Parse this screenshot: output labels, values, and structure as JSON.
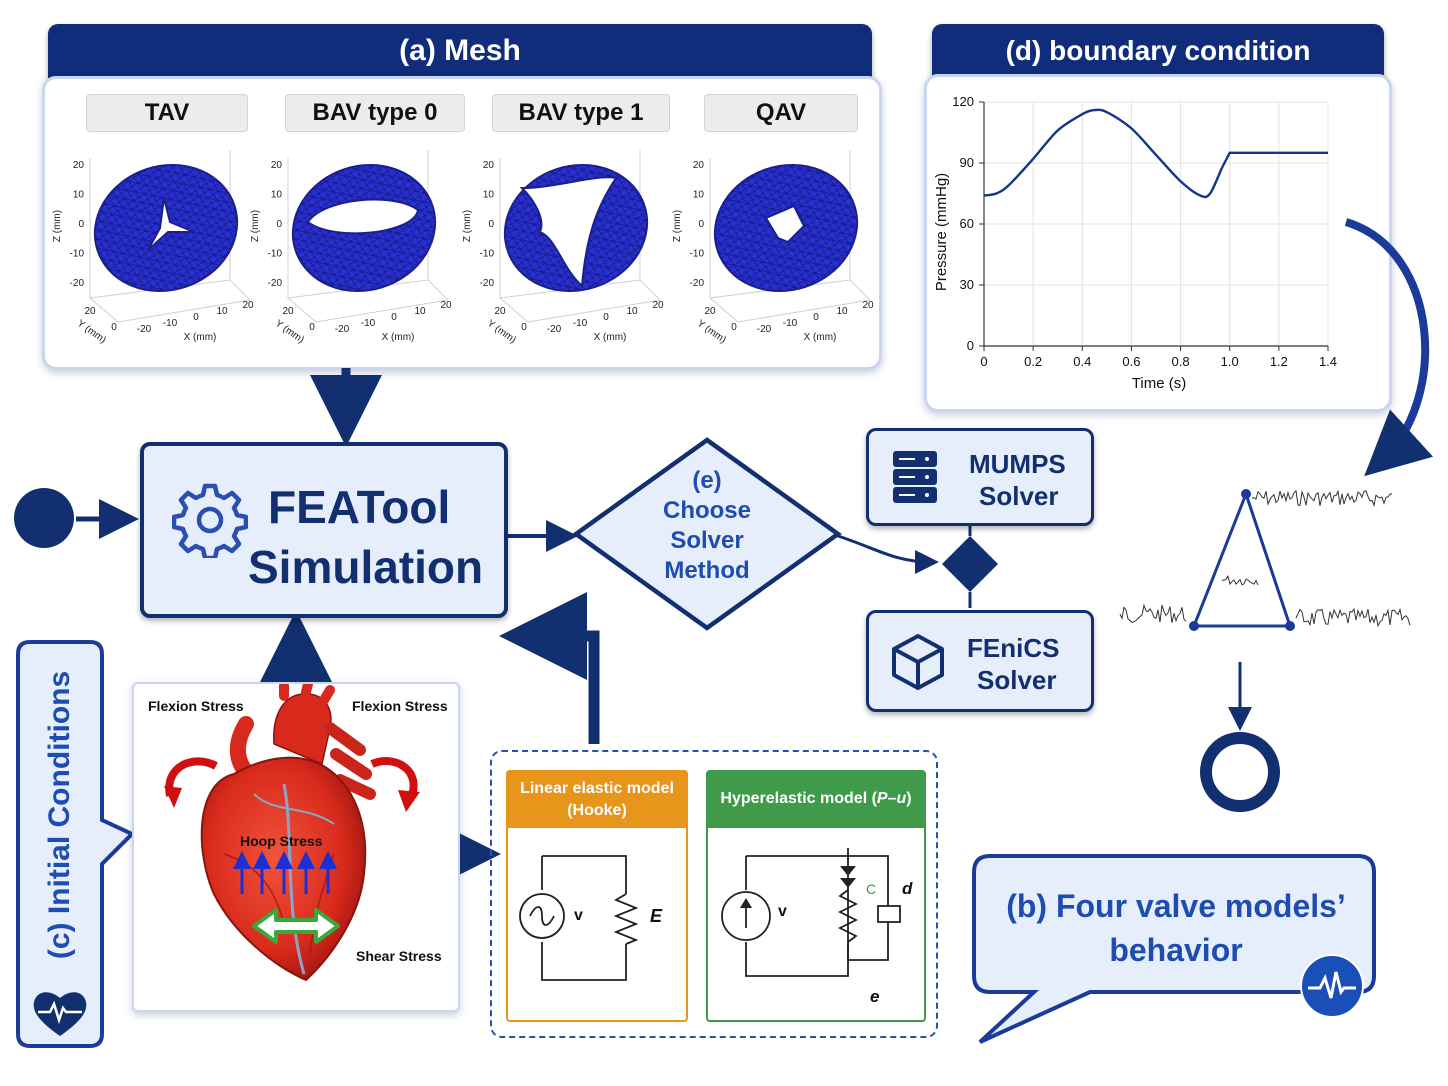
{
  "mesh": {
    "title": "(a) Mesh",
    "models": [
      {
        "label": "TAV",
        "shape": "trileaflet"
      },
      {
        "label": "BAV type 0",
        "shape": "slit"
      },
      {
        "label": "BAV type 1",
        "shape": "funnel"
      },
      {
        "label": "QAV",
        "shape": "quad"
      }
    ],
    "axis": {
      "z_label": "Z (mm)",
      "y_label": "Y (mm)",
      "x_label": "X (mm)",
      "z_ticks": [
        "20",
        "10",
        "0",
        "-10",
        "-20"
      ],
      "y_ticks": [
        "20",
        "0"
      ],
      "x_ticks": [
        "-20",
        "-10",
        "0",
        "10",
        "20"
      ]
    },
    "mesh_color": "#2a2fd4"
  },
  "boundary": {
    "title": "(d) boundary condition",
    "ylabel": "Pressure (mmHg)",
    "xlabel": "Time (s)",
    "y_ticks": [
      "0",
      "30",
      "60",
      "90",
      "120"
    ],
    "x_ticks": [
      "0",
      "0.2",
      "0.4",
      "0.6",
      "0.8",
      "1.0",
      "1.2",
      "1.4"
    ]
  },
  "chart_data": {
    "type": "line",
    "xlabel": "Time (s)",
    "ylabel": "Pressure (mmHg)",
    "xlim": [
      0,
      1.4
    ],
    "ylim": [
      0,
      120
    ],
    "grid": true,
    "series": [
      {
        "x": [
          0,
          0.05,
          0.1,
          0.2,
          0.3,
          0.4,
          0.45,
          0.5,
          0.6,
          0.7,
          0.8,
          0.88,
          0.92,
          0.97,
          1.0,
          1.4
        ],
        "y": [
          74,
          75,
          79,
          92,
          106,
          114,
          116,
          115,
          107,
          94,
          81,
          74,
          75,
          88,
          95,
          95
        ]
      }
    ]
  },
  "feat": {
    "line1": "FEATool",
    "line2": "Simulation"
  },
  "choose": {
    "line1": "(e)",
    "line2": "Choose",
    "line3": "Solver",
    "line4": "Method"
  },
  "solvers": {
    "mumps_line1": "MUMPS",
    "mumps_line2": "Solver",
    "fenics_line1": "FEniCS",
    "fenics_line2": "Solver"
  },
  "initial": {
    "title": "(c) Initial Conditions"
  },
  "heart": {
    "flexion_left": "Flexion Stress",
    "flexion_right": "Flexion Stress",
    "hoop": "Hoop Stress",
    "shear": "Shear Stress"
  },
  "models": {
    "linear_title_1": "Linear elastic model",
    "linear_title_2": "(Hooke)",
    "linear_v": "v",
    "linear_e": "E",
    "hyper_title_1": "Hyperelastic model (",
    "hyper_title_em": "P–u",
    "hyper_title_2": ")",
    "hyper_v": "v",
    "hyper_c": "C",
    "hyper_d": "d",
    "hyper_e": "e",
    "linear_color": "#e8951c",
    "hyper_color": "#3f9a4a"
  },
  "four": {
    "line1": "(b) Four valve models’",
    "line2": "behavior"
  },
  "colors": {
    "navy": "#12306f",
    "band": "#0f2d7a",
    "panel_fill": "#e6eefb"
  }
}
